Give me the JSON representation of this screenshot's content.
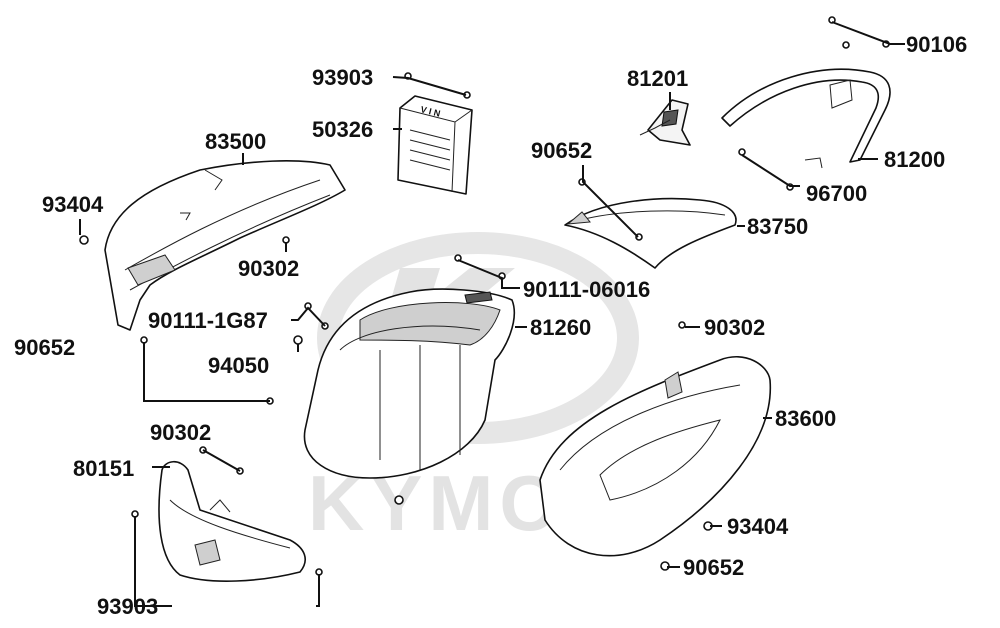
{
  "watermark": {
    "brand": "KYMCO"
  },
  "stamps": {
    "vin_plate": "V I N"
  },
  "labels": {
    "p90106": "90106",
    "p93903_top": "93903",
    "p81201": "81201",
    "p50326": "50326",
    "p83500": "83500",
    "p90652_mid": "90652",
    "p81200": "81200",
    "p93404_left": "93404",
    "p96700": "96700",
    "p83750": "83750",
    "p90302_left": "90302",
    "p90111_06016": "90111-06016",
    "p90111_1G87": "90111-1G87",
    "p81260": "81260",
    "p90302_right": "90302",
    "p90652_left": "90652",
    "p94050": "94050",
    "p83600": "83600",
    "p90302_bottom": "90302",
    "p80151": "80151",
    "p93404_right": "93404",
    "p90652_right": "90652",
    "p93903_bottom": "93903"
  }
}
